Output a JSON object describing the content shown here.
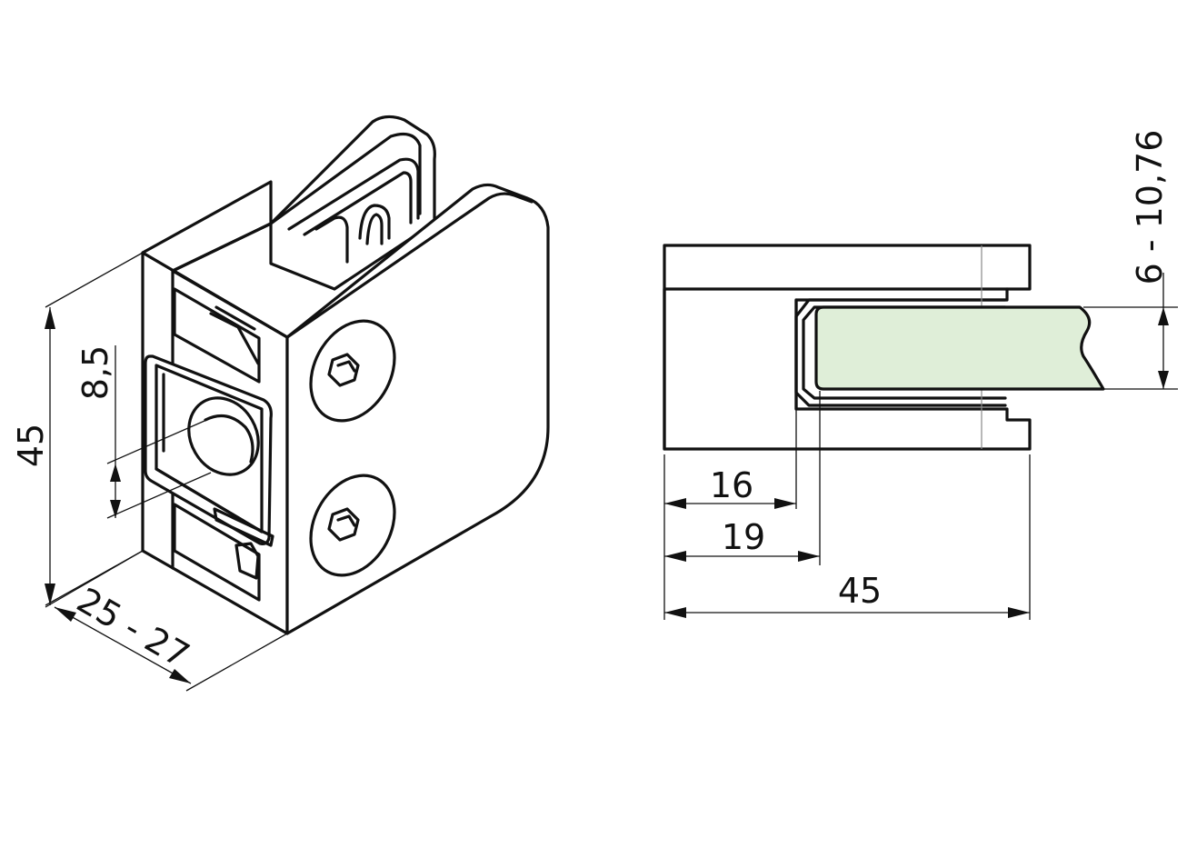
{
  "drawing": {
    "glass_color": "#dfeed8",
    "line_color": "#111111",
    "background": "#ffffff"
  },
  "iso_view": {
    "dim_height": "45",
    "dim_slot": "8,5",
    "dim_depth": "25 - 27"
  },
  "side_view": {
    "dim_glass_thickness": "6 - 10,76",
    "dim_inner_16": "16",
    "dim_inner_19": "19",
    "dim_total_45": "45"
  }
}
